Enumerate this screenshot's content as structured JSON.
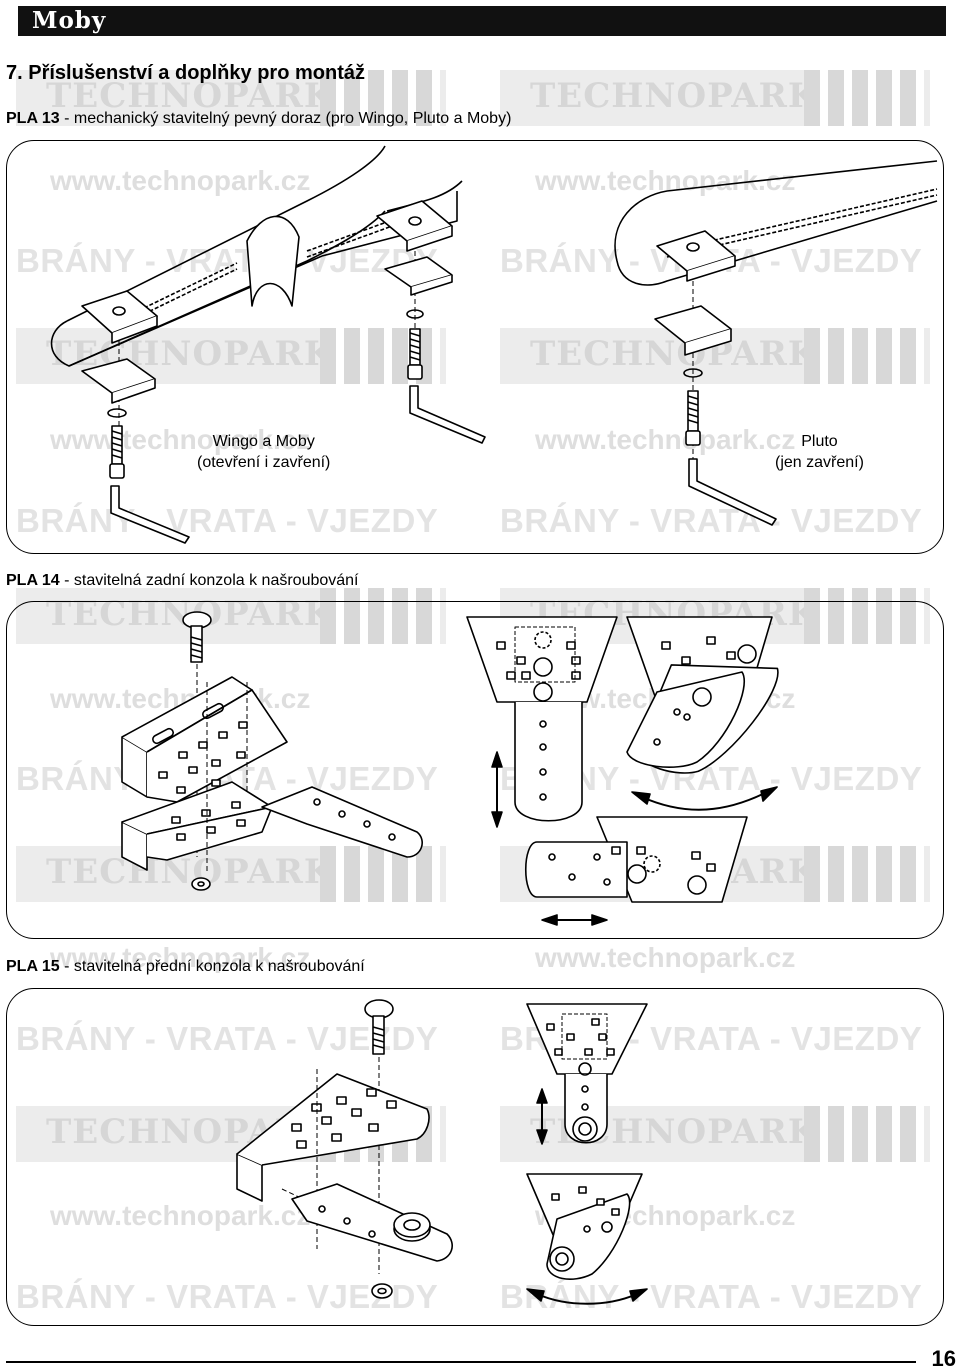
{
  "header": {
    "brand": "Moby"
  },
  "title": "7. Příslušenství a doplňky pro montáž",
  "sections": [
    {
      "code": "PLA 13",
      "text": " - mechanický stavitelný pevný doraz (pro Wingo, Pluto a Moby)"
    },
    {
      "code": "PLA 14",
      "text": " - stavitelná zadní konzola k našroubování"
    },
    {
      "code": "PLA 15",
      "text": " - stavitelná přední konzola k našroubování"
    }
  ],
  "captions": {
    "wingo_line1": "Wingo a Moby",
    "wingo_line2": "(otevření i zavření)",
    "pluto_line1": "Pluto",
    "pluto_line2": "(jen zavření)"
  },
  "watermark": {
    "logo": "TECHNOPARK®",
    "url": "www.technopark.cz",
    "slogan": "BRÁNY - VRATA - VJEZDY"
  },
  "page_number": "16"
}
